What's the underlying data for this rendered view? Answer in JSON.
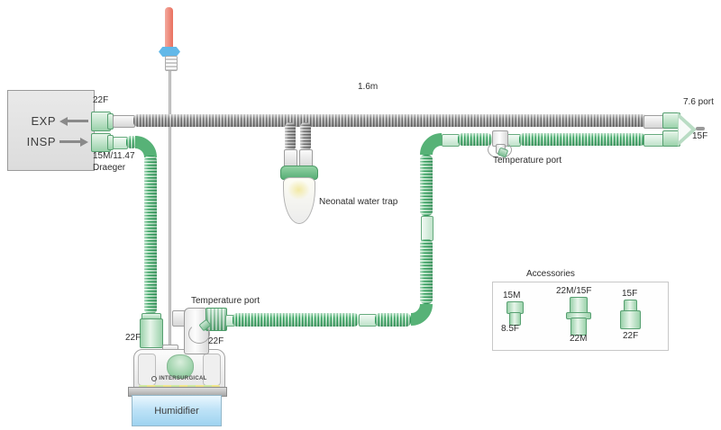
{
  "ventilator": {
    "exp": "EXP",
    "insp": "INSP",
    "exp_port": "22F",
    "insp_port_line1": "15M/11.47",
    "insp_port_line2": "Draeger"
  },
  "circuit": {
    "tube_length": "1.6m",
    "insp_limb_connector": "22F",
    "temp_port_label": "Temperature port"
  },
  "water_trap": {
    "label": "Neonatal water trap"
  },
  "wye": {
    "port_label": "7.6 port",
    "size_label": "15F"
  },
  "humidifier": {
    "base_label": "Humidifier",
    "brand": "INTERSURGICAL",
    "elbow_temp_label": "Temperature port",
    "elbow_size": "22F",
    "inlet_size": "22F"
  },
  "accessories": {
    "title": "Accessories",
    "items": [
      {
        "top": "15M",
        "bottom": "8.5F"
      },
      {
        "top": "22M/15F",
        "bottom": "22M"
      },
      {
        "top": "15F",
        "bottom": "22F"
      }
    ]
  },
  "colors": {
    "tube_gray_dark": "#737373",
    "tube_gray_light": "#cecece",
    "tube_green_dark": "#35a05f",
    "tube_green_light": "#c6ead1",
    "connector_green": "#9bd2ab",
    "bend_green": "#57b277",
    "humidifier_base_blue": "#bfe3f7",
    "probe_red": "#e9715f",
    "probe_blue": "#62b8e8",
    "trap_cap_green": "#56ad74",
    "trap_fluid_yellow": "#f2e9a4"
  }
}
